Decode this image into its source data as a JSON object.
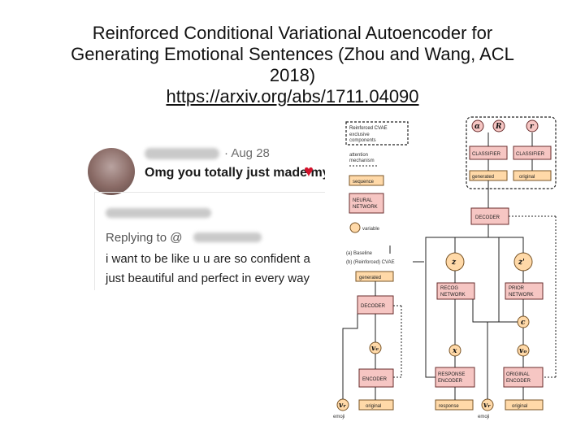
{
  "title": {
    "line1": "Reinforced Conditional Variational Autoencoder for",
    "line2": "Generating Emotional Sentences (Zhou and Wang, ACL",
    "line3": "2018)",
    "link": "https://arxiv.org/abs/1711.04090"
  },
  "tweet": {
    "date": "· Aug 28",
    "text": "Omg you totally just made my day",
    "heart": "♥",
    "replying_to": "Replying to @",
    "reply_line1": "i want to be like u u are so confident a",
    "reply_line2": "just beautiful and perfect in every way"
  },
  "diagram": {
    "legend": {
      "reinforced_cvae": "Reinforced CVAE",
      "exclusive": "exclusive",
      "components": "components",
      "attention1": "attention",
      "attention2": "mechanism",
      "sequence": "sequence",
      "neural1": "NEURAL",
      "neural2": "NETWORK",
      "variable": "variable",
      "baseline": "(a) Baseline",
      "reinforced": "(b) (Reinforced) CVAE"
    },
    "top": {
      "alpha": "α",
      "r": "R",
      "r2": "r",
      "classifier": "CLASSIFIER",
      "generated": "generated",
      "original": "original",
      "decoder": "DECODER"
    },
    "baseline": {
      "generated": "generated",
      "decoder": "DECODER",
      "ve": "vₑ",
      "encoder": "ENCODER",
      "vr": "vᵣ",
      "original": "original",
      "emoji": "emoji"
    },
    "cvae": {
      "z": "z",
      "zp": "z'",
      "recog1": "RECOG",
      "recog2": "NETWORK",
      "prior1": "PRIOR",
      "prior2": "NETWORK",
      "c": "c",
      "x": "x",
      "vo": "vₒ",
      "resp1": "RESPONSE",
      "resp2": "ENCODER",
      "orig1": "ORIGINAL",
      "orig2": "ENCODER",
      "response": "response",
      "vr": "vᵣ",
      "original": "original",
      "emoji": "emoji"
    }
  },
  "colors": {
    "network": "#f6c6c3",
    "sequence": "#ffd9a8",
    "heart": "#d3122b"
  }
}
